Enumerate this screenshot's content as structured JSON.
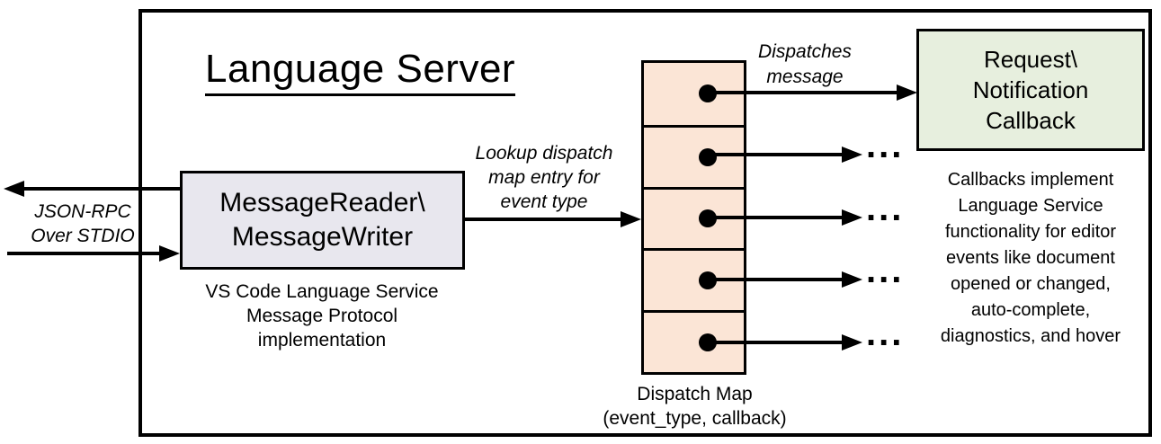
{
  "diagram": {
    "title": "Language Server",
    "io_label": [
      "JSON-RPC",
      "Over STDIO"
    ],
    "message_box": [
      "MessageReader\\",
      "MessageWriter"
    ],
    "message_box_caption": [
      "VS Code Language Service",
      "Message Protocol implementation"
    ],
    "lookup_label": [
      "Lookup dispatch",
      "map entry for",
      "event type"
    ],
    "dispatches_label": [
      "Dispatches",
      "message"
    ],
    "callback_box": [
      "Request\\",
      "Notification",
      "Callback"
    ],
    "dispatch_map_caption": [
      "Dispatch Map",
      "(event_type, callback)"
    ],
    "callbacks_note": [
      "Callbacks implement",
      "Language Service",
      "functionality for editor",
      "events like document",
      "opened or changed,",
      "auto-complete,",
      "diagnostics, and hover"
    ],
    "ellipsis": "...",
    "colors": {
      "message_box_fill": "#e8e7ee",
      "dispatch_fill": "#fbe5d6",
      "callback_fill": "#e7efde",
      "line": "#000000"
    }
  }
}
